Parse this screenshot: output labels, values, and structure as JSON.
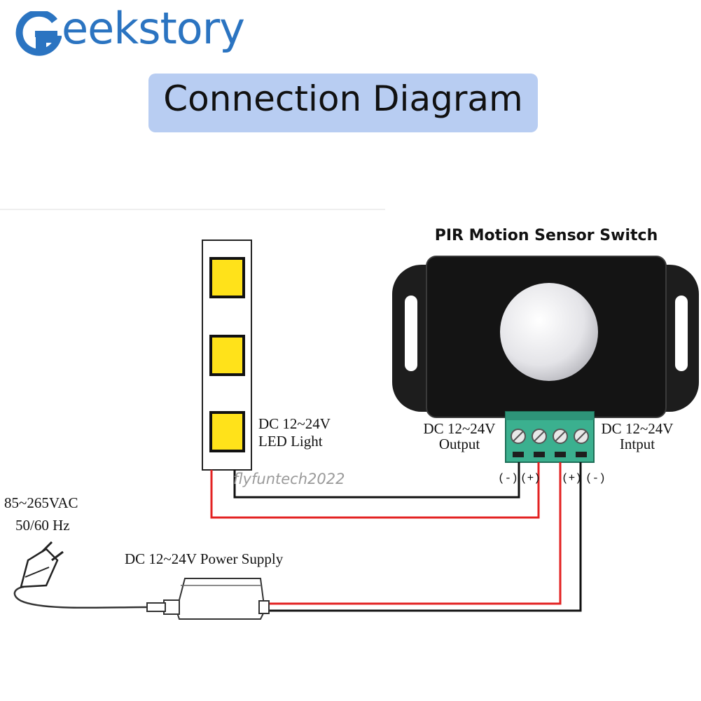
{
  "brand": {
    "name": "eekstory",
    "color": "#2b74c1"
  },
  "title": "Connection Diagram",
  "sensor": {
    "title": "PIR Motion Sensor Switch"
  },
  "led": {
    "line1": "DC 12~24V",
    "line2": "LED Light"
  },
  "output": {
    "line1": "DC 12~24V",
    "line2": "Output"
  },
  "input": {
    "line1": "DC 12~24V",
    "line2": "Intput"
  },
  "terminals": [
    "(-)",
    "(+)",
    "(+)",
    "(-)"
  ],
  "ac": {
    "line1": "85~265VAC",
    "line2": "50/60 Hz"
  },
  "power_supply": {
    "label": "DC 12~24V Power Supply"
  },
  "watermark": "flyfuntech2022",
  "colors": {
    "wire_red": "#e32222",
    "wire_black": "#111111",
    "terminal_green": "#3bb08f",
    "led_yellow": "#ffe21a",
    "title_bg": "#b8cdf2"
  }
}
